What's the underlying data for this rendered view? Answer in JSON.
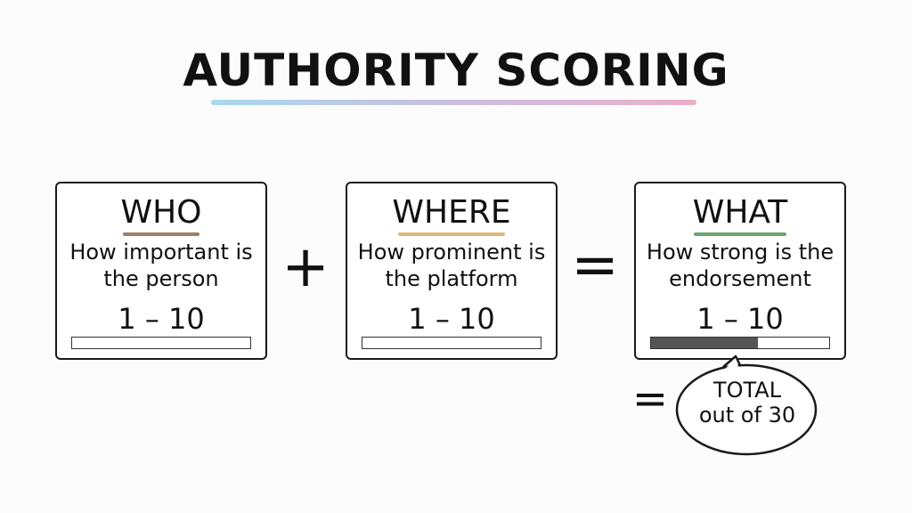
{
  "title": "AUTHORITY SCORING",
  "cards": [
    {
      "heading": "WHO",
      "underline_color": "#9a8068",
      "description_line1": "How important is",
      "description_line2": "the person",
      "range": "1 – 10",
      "fill_fraction": 0
    },
    {
      "heading": "WHERE",
      "underline_color": "#e0b97a",
      "description_line1": "How prominent is",
      "description_line2": "the platform",
      "range": "1 – 10",
      "fill_fraction": 0
    },
    {
      "heading": "WHAT",
      "underline_color": "#6aa86e",
      "description_line1": "How strong is the",
      "description_line2": "endorsement",
      "range": "1 – 10",
      "fill_fraction": 0.6
    }
  ],
  "operators": {
    "plus": "+",
    "equals_main": "=",
    "equals_total": "="
  },
  "total": {
    "line1": "TOTAL",
    "line2": "out of 30"
  }
}
